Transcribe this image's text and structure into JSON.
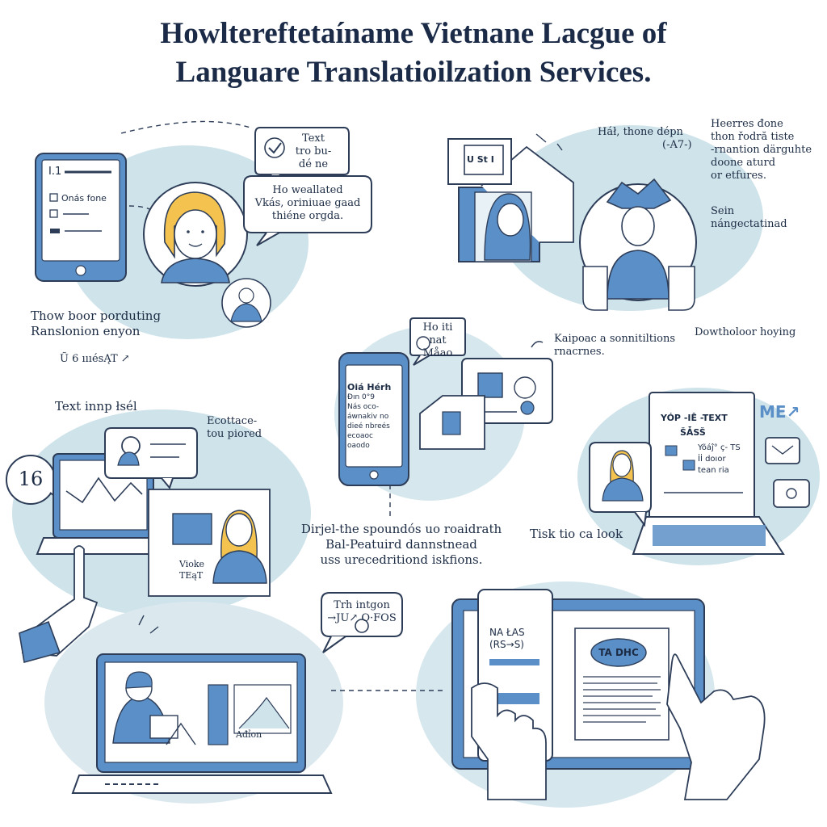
{
  "title": {
    "line1": "Howltereftetaíname Vietnane Lacgue of",
    "line2": "Languare Translatioilzation Services."
  },
  "colors": {
    "ink": "#1c2c45",
    "accent": "#5a8cc4",
    "pale": "#cfe3ea",
    "light": "#e8f1f6"
  },
  "tablet_panel": {
    "bubble_top": [
      "Text",
      "tro bu-",
      "dé ne"
    ],
    "bubble_main": [
      "Ho weallated",
      "Vkás, oriniuae gaad",
      "thiéne orgda."
    ],
    "caption": [
      "Thow boor porduting",
      "Ranslonion enyon"
    ],
    "sub_caption": "Ũ 6 ıııésĄT ↗",
    "screen_lines": [
      "I.1",
      "Onás fone"
    ]
  },
  "crowned_panel": {
    "caption_left": [
      "Háł, thone dépn",
      "(-A7-)"
    ],
    "caption_right": [
      "Heerres đone",
      "thon řodră tiste",
      "-rnantion därguhte",
      "doone aturd",
      "or etfures."
    ],
    "caption_right2": [
      "Sein",
      "nángectatinad"
    ],
    "book_text": "U St I",
    "footer": "Dowtholoor hoying"
  },
  "phone_panel": {
    "bubble": [
      "Ho iti",
      "nat",
      "Måao"
    ],
    "screen_lines": [
      "Oiá Hérh",
      "Đın 0°9",
      "Nás oco-",
      "áwnakiv no",
      "dieé nbreés",
      "ecoaoc",
      "oaodo"
    ],
    "caption_right": [
      "Kaipoac a sonnitiltions",
      "rnacrnes."
    ],
    "caption_bottom": [
      "Dirjel-the spoundós uo roaidrath",
      "Bal-Peatuird dannstnead",
      "uss urecedritiond iskfions."
    ]
  },
  "laptop_chart_panel": {
    "badge_number": "16",
    "caption": "Text innp łsél",
    "bubble_caption": [
      "Ecottace-",
      "tou piored"
    ],
    "photo_text": [
      "Vioke",
      "TEąT"
    ]
  },
  "laptop_right_panel": {
    "screen_title": "YÓP -IÊ -TEXT",
    "screen_sub": "ŠǠSŠ ",
    "screen_lines": [
      "Yõáĵ° ç- TS",
      "İİ doıor",
      "tean ria"
    ],
    "me_text": "ME↗",
    "caption": "Tisk tio ca look"
  },
  "monitor_panel": {
    "bubble": [
      "Trh intgon",
      "→JU↗ O·FOS"
    ],
    "chart_caption": "Ađỉon"
  },
  "tablet_bottom_panel": {
    "card_title": [
      "NA ŁAS",
      "(RS→S)"
    ],
    "doc_badge": "TA DHC"
  }
}
